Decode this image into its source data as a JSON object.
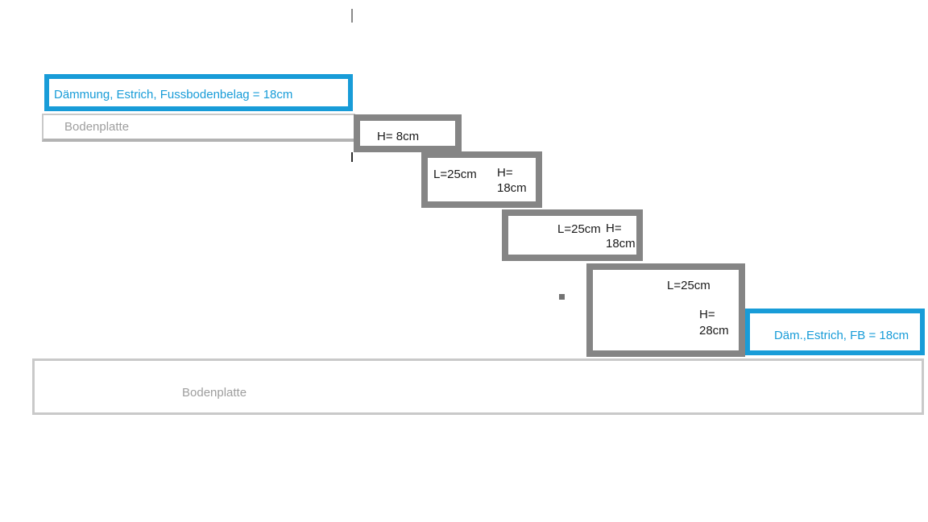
{
  "diagram": {
    "top_floor": {
      "insulation_label": "Dämmung, Estrich, Fussbodenbelag = 18cm",
      "baseplate_label": "Bodenplatte"
    },
    "steps": [
      {
        "height_label": "H= 8cm"
      },
      {
        "length_label": "L=25cm",
        "height_label": "H=",
        "height_value": "18cm"
      },
      {
        "length_label": "L=25cm",
        "height_label": "H=",
        "height_value": "18cm"
      },
      {
        "length_label": "L=25cm",
        "height_label": "H=",
        "height_value": "28cm"
      }
    ],
    "bottom_floor": {
      "insulation_label": "Däm.,Estrich, FB = 18cm",
      "baseplate_label": "Bodenplatte"
    }
  },
  "colors": {
    "accent_blue": "#189cd8",
    "stair_border_gray": "#858585",
    "plate_border_gray": "#c9c9c9",
    "plate_text_gray": "#9e9e9e",
    "step_text": "#1a1a1a",
    "dot_gray": "#737373"
  }
}
